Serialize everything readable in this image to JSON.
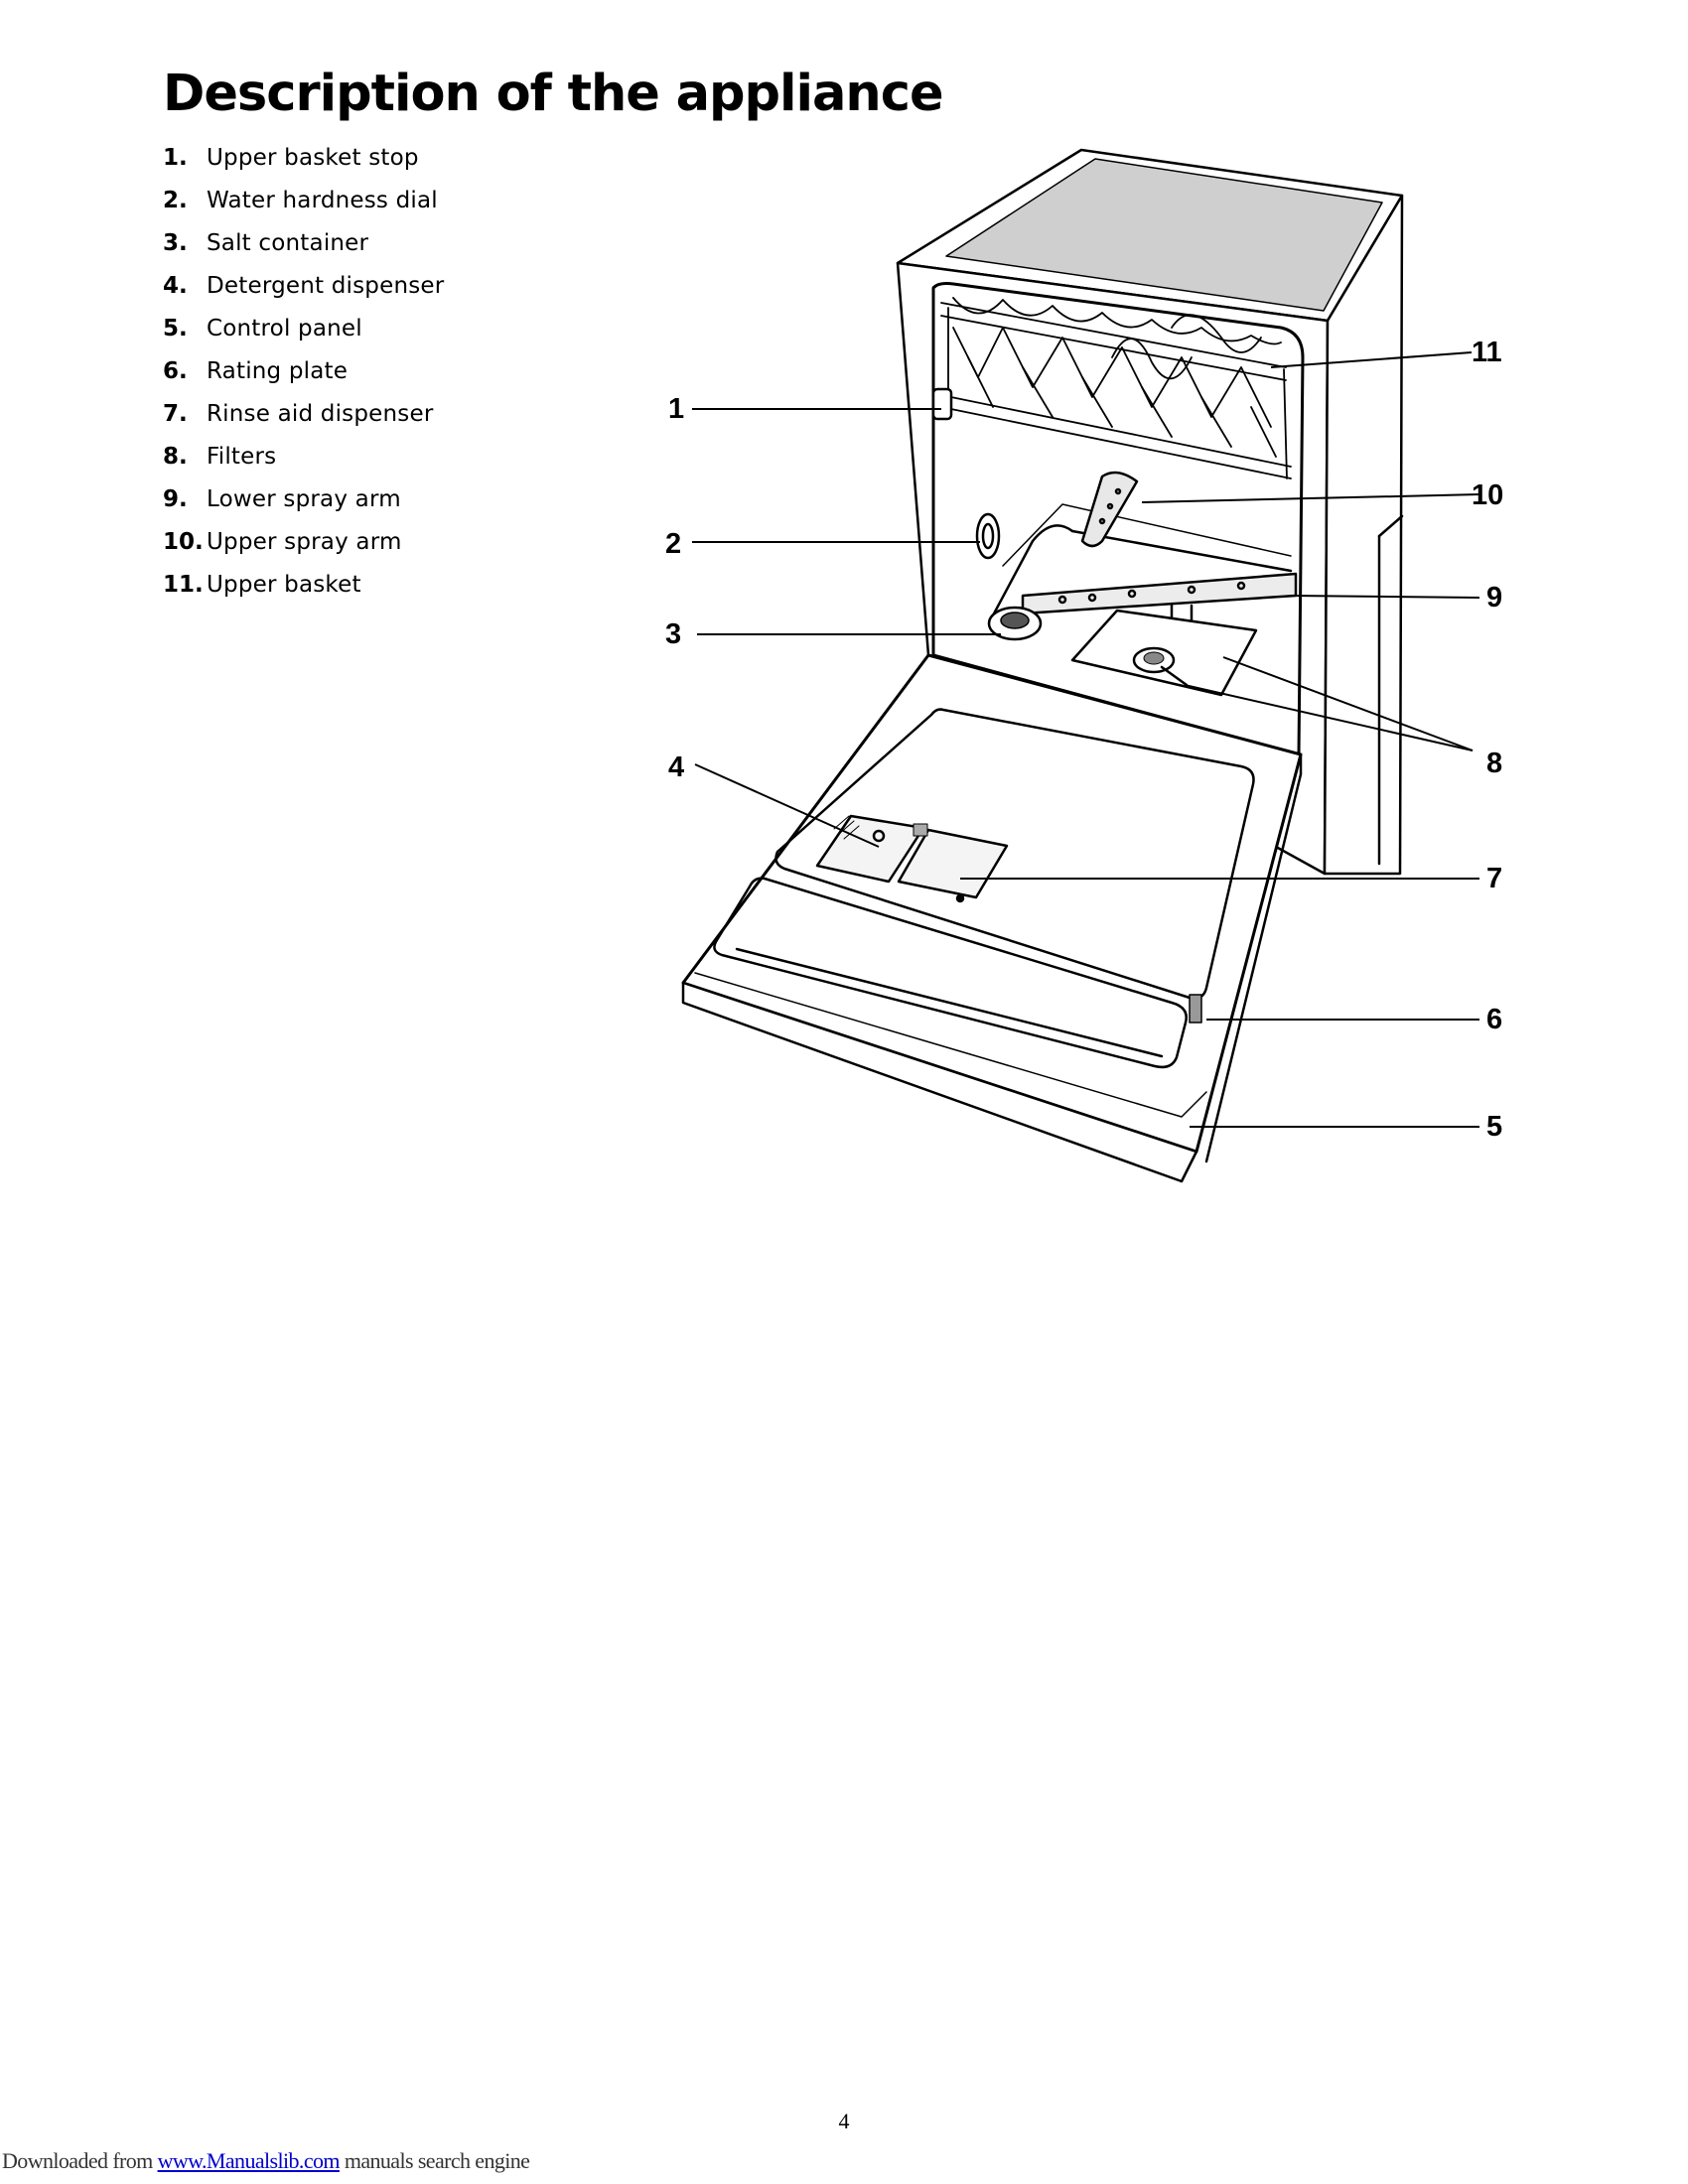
{
  "page": {
    "title": "Description of the appliance",
    "page_number": "4"
  },
  "parts": [
    {
      "num": "1.",
      "label": "Upper basket stop"
    },
    {
      "num": "2.",
      "label": "Water hardness dial"
    },
    {
      "num": "3.",
      "label": "Salt container"
    },
    {
      "num": "4.",
      "label": "Detergent dispenser"
    },
    {
      "num": "5.",
      "label": "Control panel"
    },
    {
      "num": "6.",
      "label": "Rating plate"
    },
    {
      "num": "7.",
      "label": "Rinse aid dispenser"
    },
    {
      "num": "8.",
      "label": "Filters"
    },
    {
      "num": "9.",
      "label": "Lower spray arm"
    },
    {
      "num": "10.",
      "label": "Upper spray arm"
    },
    {
      "num": "11.",
      "label": "Upper basket"
    }
  ],
  "callouts": [
    "1",
    "2",
    "3",
    "4",
    "5",
    "6",
    "7",
    "8",
    "9",
    "10",
    "11"
  ],
  "footer": {
    "prefix": "Downloaded from",
    "link_text": "www.Manualslib.com",
    "suffix": "manuals search engine",
    "link_color": "#0000cc"
  }
}
